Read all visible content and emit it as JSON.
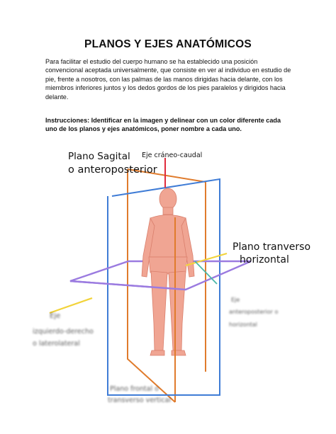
{
  "document": {
    "title": "PLANOS Y EJES ANATÓMICOS",
    "intro": "Para facilitar el estudio del cuerpo humano se ha establecido una posición convencional aceptada universalmente, que consiste en ver al individuo en estudio de pie, frente a nosotros, con las palmas de las manos dirigidas hacia delante, con los miembros inferiores juntos y los dedos gordos de los pies paralelos y dirigidos hacia delante.",
    "instructions": "Instrucciones: Identificar en la imagen y delinear con un color diferente cada uno de los planos y ejes anatómicos, poner nombre a cada uno."
  },
  "figure": {
    "labels": {
      "sagittal_line1": "Plano Sagital",
      "sagittal_line2": "o anteroposterior",
      "axis_craniocaudal": "Eje cráneo-caudal",
      "transverse_line1": "Plano tranverso",
      "transverse_line2": "horizontal",
      "axis_lr_line1": "Eje",
      "axis_lr_line2": "izquierdo-derecho",
      "axis_lr_line3": "o laterolateral",
      "axis_ap_line1": "Eje",
      "axis_ap_line2": "anteroposterior o",
      "axis_ap_line3": "horizontal",
      "frontal_line1": "Plano frontal o",
      "frontal_line2": "transverso vertical"
    },
    "colors": {
      "sagittal_plane": "#e07b2c",
      "frontal_plane": "#3f7cd6",
      "transverse_plane": "#9b7be0",
      "craniocaudal_axis": "#e02a3c",
      "lr_axis": "#f2d33a",
      "ap_axis": "#4bb8a8",
      "skin": "#f0a593",
      "skin_outline": "#d97f6c"
    }
  }
}
